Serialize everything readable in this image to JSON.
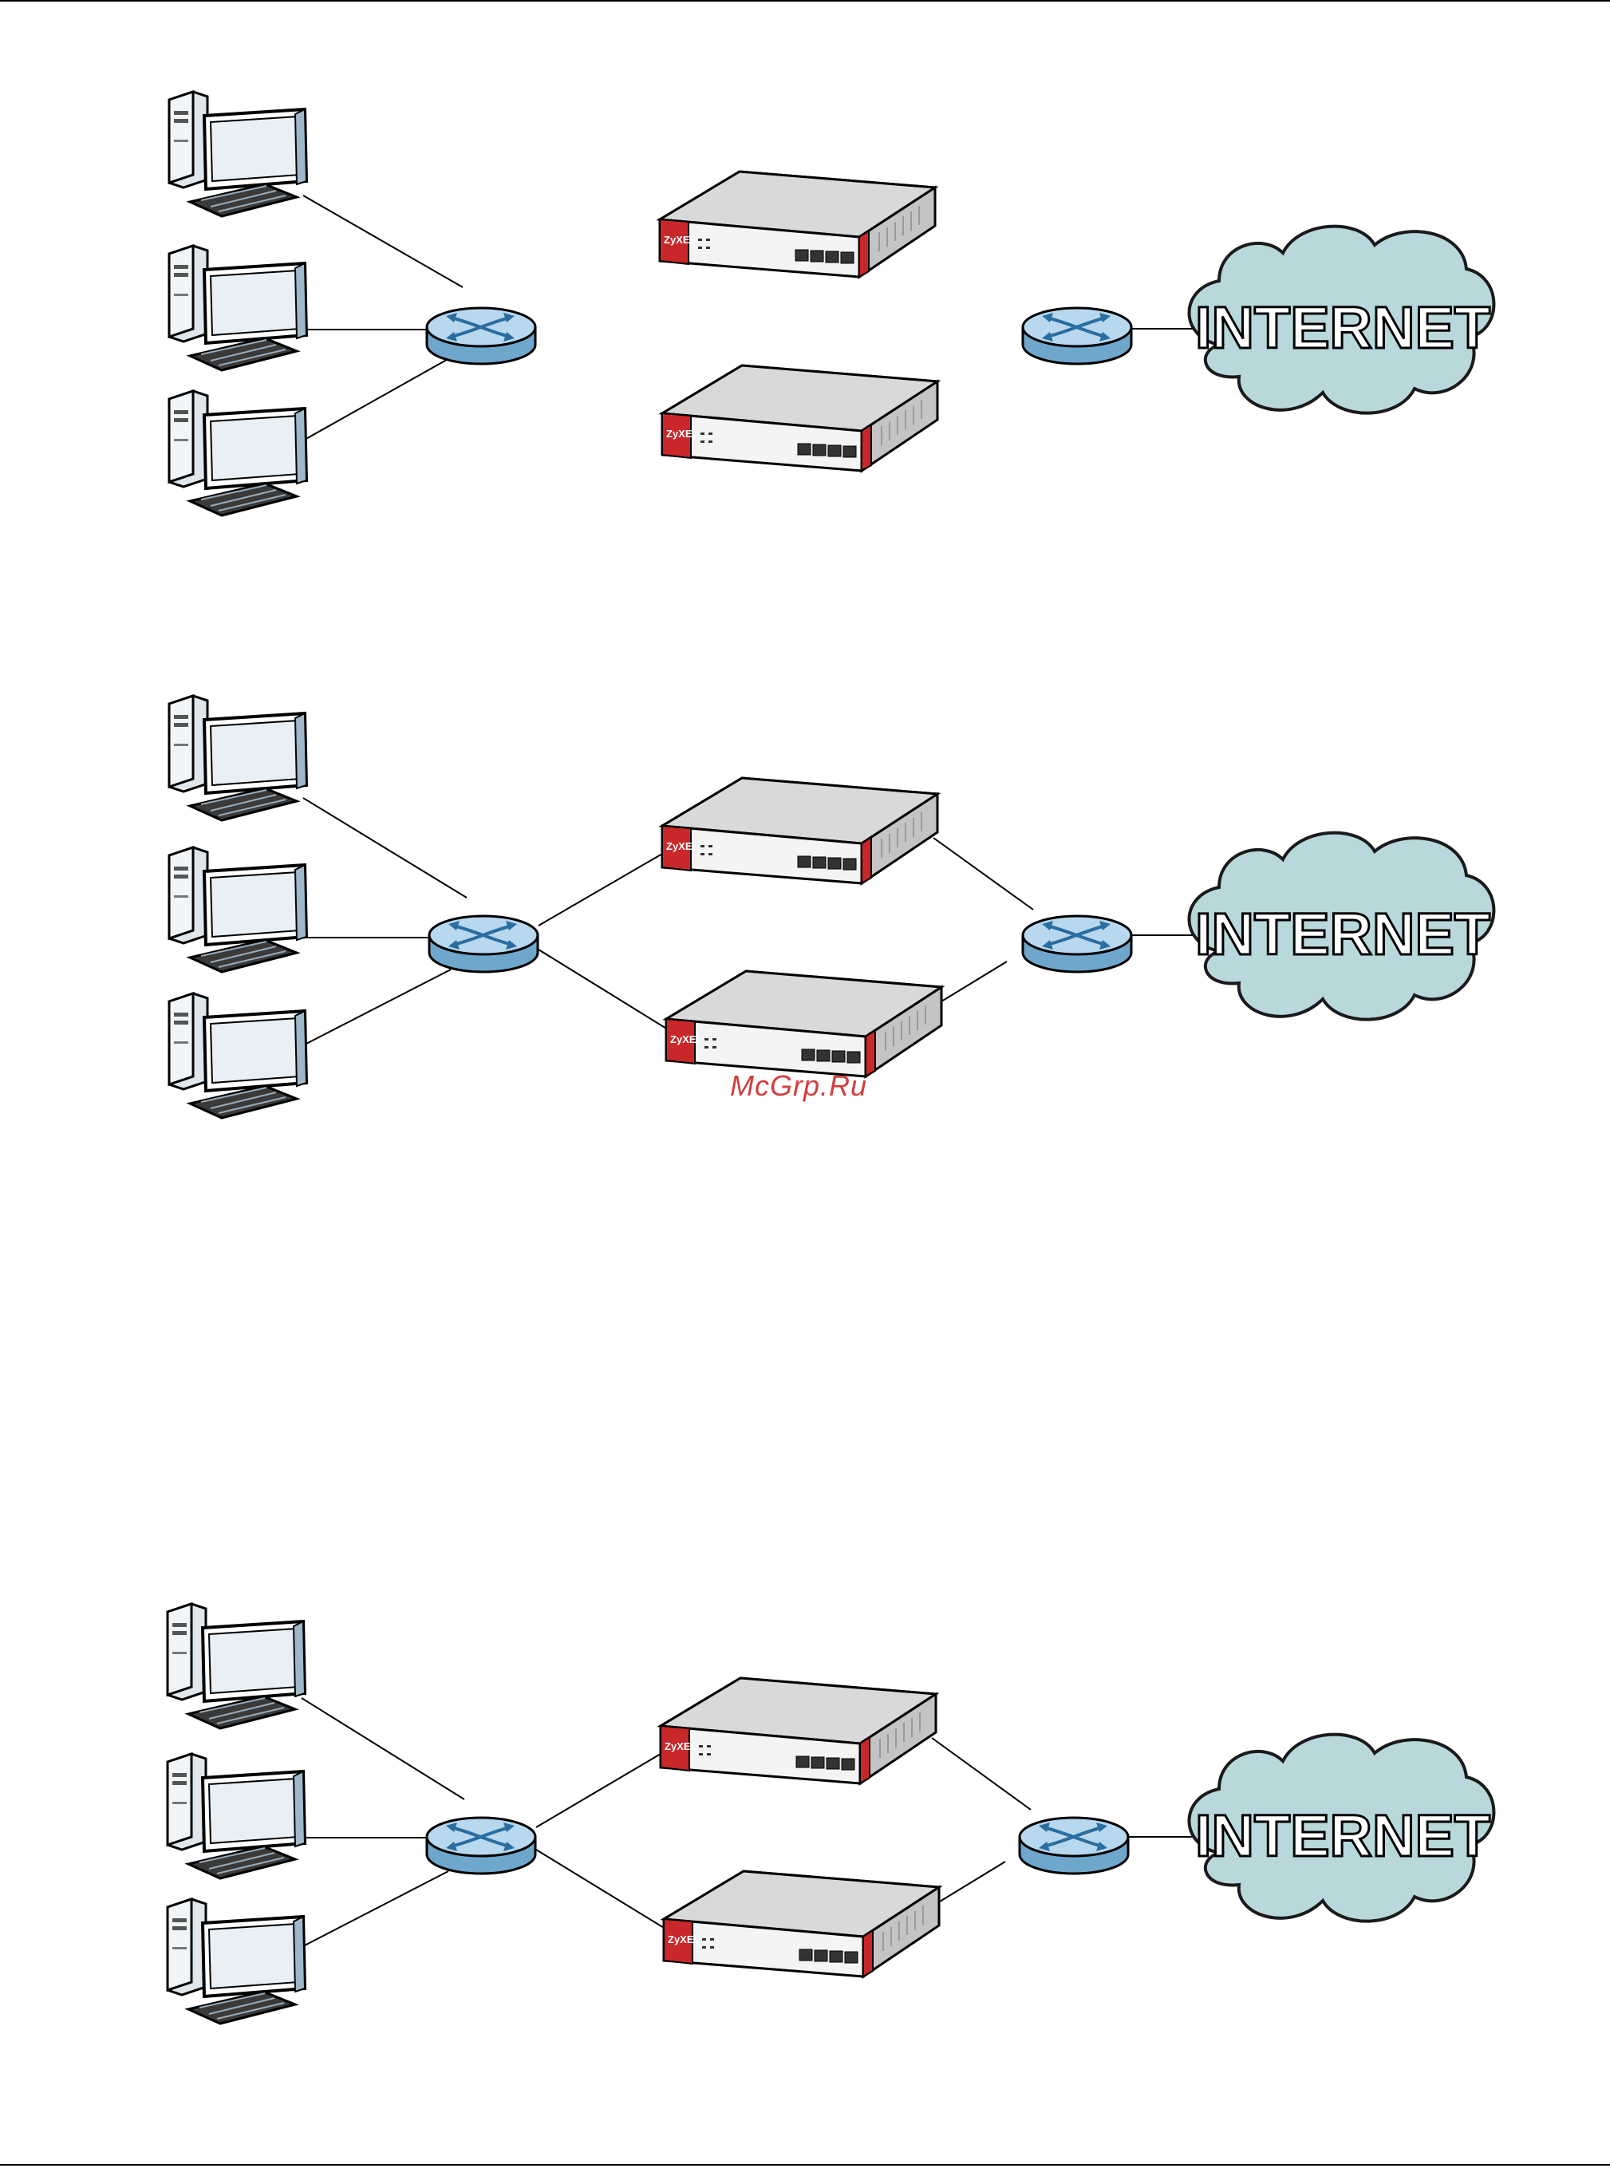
{
  "cloud_label": "INTERNET",
  "watermark": "McGrp.Ru",
  "colors": {
    "cloud_fill": "#b8d8dc",
    "router_fill": "#a9cde8",
    "device_red": "#c8282a",
    "device_body": "#e3e3e3",
    "line": "#000000"
  },
  "diagrams": [
    {
      "id": "scenario-1",
      "pcs": 3,
      "firewalls": 2,
      "connections": [
        "pc-1--switch-lan",
        "pc-2--switch-lan",
        "pc-3--switch-lan",
        "router-wan--internet"
      ]
    },
    {
      "id": "scenario-2",
      "pcs": 3,
      "firewalls": 2,
      "connections": [
        "pc-1--switch-lan",
        "pc-2--switch-lan",
        "pc-3--switch-lan",
        "switch-lan--firewall-1",
        "switch-lan--firewall-2",
        "firewall-1--router-wan",
        "firewall-2--router-wan",
        "router-wan--internet"
      ]
    },
    {
      "id": "scenario-3",
      "pcs": 3,
      "firewalls": 2,
      "connections": [
        "pc-1--switch-lan",
        "pc-2--switch-lan",
        "pc-3--switch-lan",
        "switch-lan--firewall-1",
        "switch-lan--firewall-2",
        "firewall-1--router-wan",
        "firewall-2--router-wan",
        "router-wan--internet"
      ]
    }
  ]
}
